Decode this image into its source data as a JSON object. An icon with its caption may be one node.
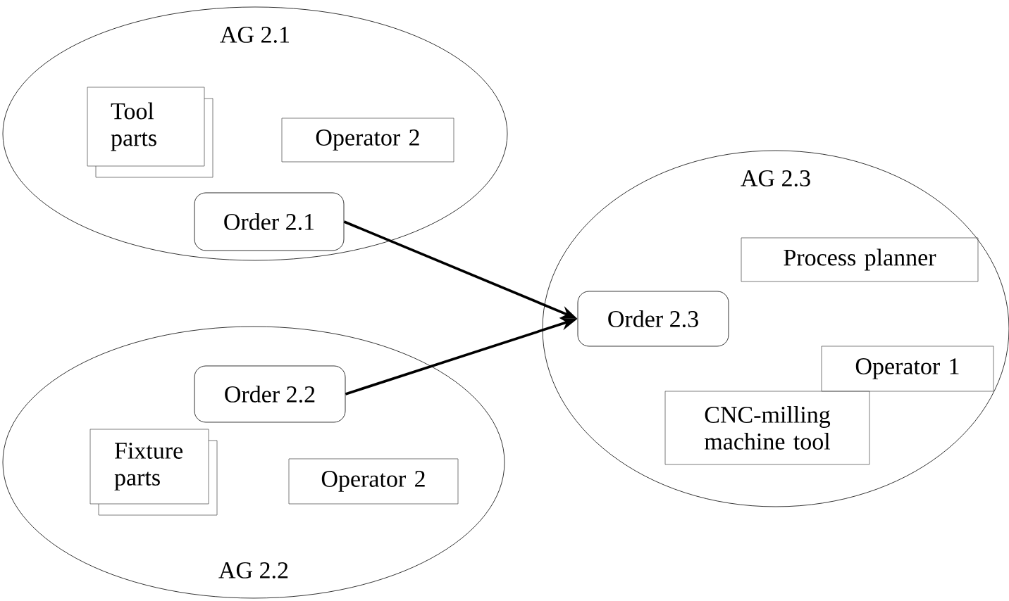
{
  "diagram": {
    "nodes": [
      {
        "text": [
          "AG 2.1"
        ]
      },
      {
        "text": [
          "Tool parts"
        ],
        "in": 0
      },
      {
        "text": [
          "Operator 2"
        ],
        "in": 0
      },
      {
        "text": [
          "Order 2.1"
        ],
        "in": 0
      },
      {
        "text": [
          "AG 2.3"
        ]
      },
      {
        "text": [
          "Order 2.3"
        ],
        "in": 4
      },
      {
        "text": [
          "Process planner"
        ],
        "in": 4
      },
      {
        "text": [
          "Operator 1"
        ],
        "in": 4
      },
      {
        "text": [
          "CNC-milling machine tool"
        ],
        "in": 4
      },
      {
        "text": [
          "AG 2.2"
        ]
      },
      {
        "text": [
          "Order 2.2"
        ],
        "in": 9
      },
      {
        "text": [
          "Fixture parts"
        ],
        "in": 9
      },
      {
        "text": [
          "Operator 2"
        ],
        "in": 9
      }
    ],
    "edges": [
      {
        "from": 3,
        "to": 5,
        "arrow": "to"
      },
      {
        "from": 10,
        "to": 5,
        "arrow": "to"
      }
    ]
  }
}
